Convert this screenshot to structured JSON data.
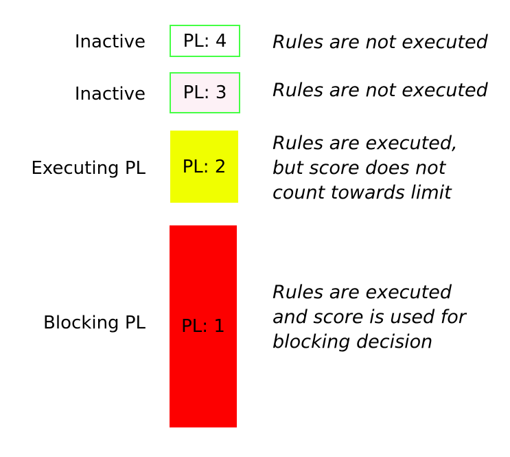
{
  "colors": {
    "background": "#ffffff",
    "green_border": "#44ff44",
    "pl4_fill": "#ffffff",
    "pl3_fill": "#fdf1f6",
    "pl2_fill": "#f0ff00",
    "pl1_fill": "#fd0000",
    "text": "#000000"
  },
  "rows": [
    {
      "id": "pl4",
      "label": "Inactive",
      "box_text": "PL: 4",
      "description_lines": [
        "Rules are not executed"
      ]
    },
    {
      "id": "pl3",
      "label": "Inactive",
      "box_text": "PL: 3",
      "description_lines": [
        "Rules are not executed"
      ]
    },
    {
      "id": "pl2",
      "label": "Executing PL",
      "box_text": "PL: 2",
      "description_lines": [
        "Rules are executed,",
        "but score does not",
        "count towards limit"
      ]
    },
    {
      "id": "pl1",
      "label": "Blocking PL",
      "box_text": "PL: 1",
      "description_lines": [
        "Rules are executed",
        "and score is used for",
        "blocking decision"
      ]
    }
  ]
}
